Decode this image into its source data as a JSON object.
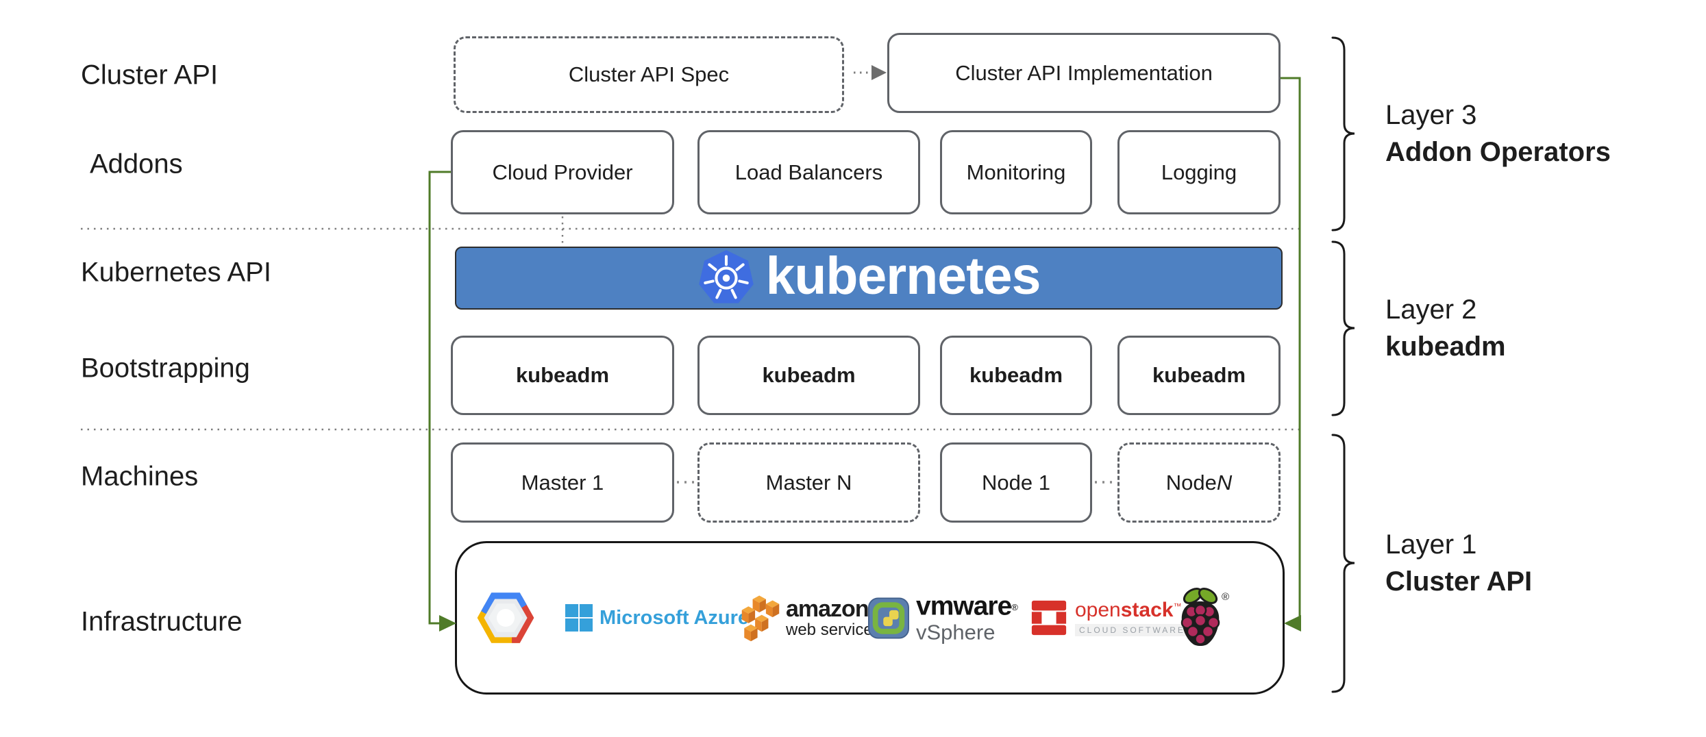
{
  "rows": [
    {
      "label": "Cluster API"
    },
    {
      "label": "Addons"
    },
    {
      "label": "Kubernetes API"
    },
    {
      "label": "Bootstrapping"
    },
    {
      "label": "Machines"
    },
    {
      "label": "Infrastructure"
    }
  ],
  "top_row": {
    "spec": "Cluster API Spec",
    "implementation": "Cluster API Implementation"
  },
  "addons": {
    "items": [
      {
        "label": "Cloud Provider"
      },
      {
        "label": "Load Balancers"
      },
      {
        "label": "Monitoring"
      },
      {
        "label": "Logging"
      }
    ]
  },
  "kubernetes_banner": {
    "wordmark": "kubernetes"
  },
  "bootstrapping": {
    "items": [
      {
        "label": "kubeadm"
      },
      {
        "label": "kubeadm"
      },
      {
        "label": "kubeadm"
      },
      {
        "label": "kubeadm"
      }
    ]
  },
  "machines": {
    "items": [
      {
        "label": "Master 1",
        "italic_suffix": ""
      },
      {
        "label": "Master N",
        "italic_suffix": ""
      },
      {
        "label": "Node 1",
        "italic_suffix": ""
      },
      {
        "label": "Node ",
        "italic_suffix": "N"
      }
    ]
  },
  "infrastructure": {
    "providers": [
      {
        "id": "google-cloud"
      },
      {
        "id": "microsoft-azure",
        "label": "Microsoft Azure"
      },
      {
        "id": "amazon-web-services",
        "label": "amazon",
        "sublabel": "web services"
      },
      {
        "id": "vmware-vsphere",
        "label": "vmware",
        "reg": "®",
        "sublabel": "vSphere"
      },
      {
        "id": "openstack",
        "label_light": "open",
        "label_bold": "stack",
        "tm": "™",
        "sublabel": "CLOUD SOFTWARE"
      },
      {
        "id": "raspberry-pi",
        "reg": "®"
      }
    ]
  },
  "layers": [
    {
      "name": "Layer 3",
      "title": "Addon Operators"
    },
    {
      "name": "Layer 2",
      "title": "kubeadm"
    },
    {
      "name": "Layer 1",
      "title": "Cluster API"
    }
  ],
  "colors": {
    "accent_green": "#4f7b28",
    "banner_blue": "#4e81c2",
    "k8s_logo_blue": "#3f6de0",
    "azure_blue": "#35a0da",
    "openstack_red": "#d7312a",
    "vmware_slate": "#5b7fae",
    "rpi_leaf_green": "#75a928",
    "rpi_berry": "#b02a5b",
    "box_border_gray": "#606368",
    "gcp_blue": "#4285f4",
    "gcp_red": "#db4437",
    "gcp_yellow": "#f4b400",
    "aws_orange": "#e8882a"
  }
}
